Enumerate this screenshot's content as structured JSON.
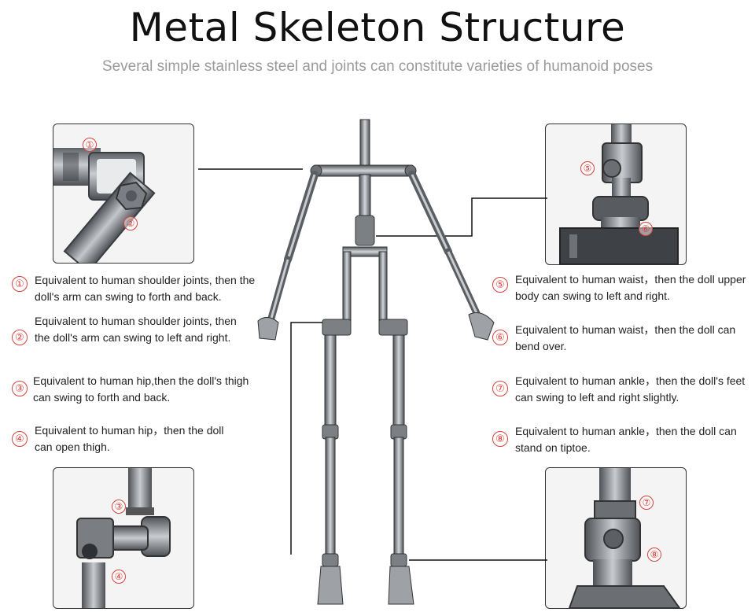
{
  "header": {
    "title": "Metal Skeleton Structure",
    "subtitle": "Several simple stainless steel and joints can constitute varieties of humanoid poses"
  },
  "joints": [
    {
      "number": "①",
      "text": "Equivalent to human shoulder joints, then the doll's arm can swing to forth and back."
    },
    {
      "number": "②",
      "text": "Equivalent to human shoulder joints, then the doll's arm can swing to left and right."
    },
    {
      "number": "③",
      "text": "Equivalent to human hip,then the doll's thigh can swing to forth and back."
    },
    {
      "number": "④",
      "text": "Equivalent to human hip，then the doll can open thigh."
    },
    {
      "number": "⑤",
      "text": "Equivalent to human waist，then the doll upper body can swing to left and right."
    },
    {
      "number": "⑥",
      "text": "Equivalent to human waist，then the doll can bend over."
    },
    {
      "number": "⑦",
      "text": "Equivalent to human ankle，then the doll's feet can swing to left and right slightly."
    },
    {
      "number": "⑧",
      "text": "Equivalent to human ankle，then the doll can stand on tiptoe."
    }
  ],
  "colors": {
    "accent": "#d9413b",
    "metal": "#8a8e93",
    "outline": "#333333"
  }
}
